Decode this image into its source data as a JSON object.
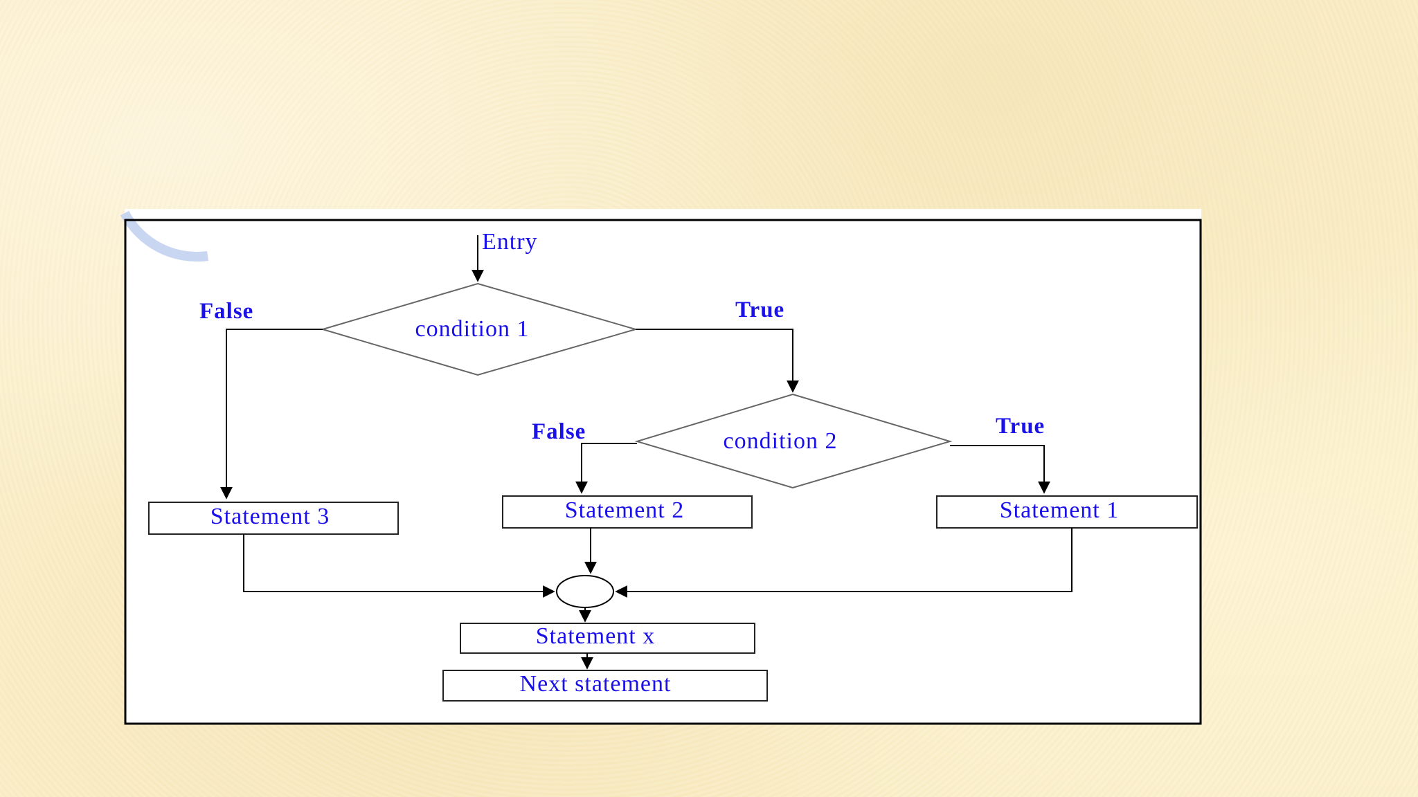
{
  "diagram": {
    "entry": "Entry",
    "condition1": "condition 1",
    "condition2": "condition 2",
    "cond1_false": "False",
    "cond1_true": "True",
    "cond2_false": "False",
    "cond2_true": "True",
    "statement1": "Statement 1",
    "statement2": "Statement 2",
    "statement3": "Statement 3",
    "statement_x": "Statement x",
    "next_statement": "Next statement"
  },
  "colors": {
    "background": "#fbefc9",
    "label_blue": "#1a10e8",
    "panel": "#ffffff",
    "decor_ring": "#c9d6f2"
  }
}
